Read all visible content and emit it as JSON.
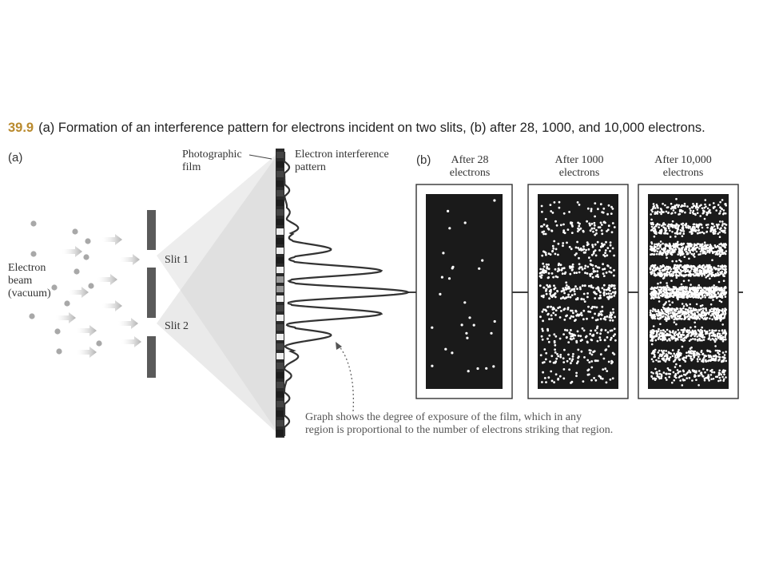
{
  "caption": {
    "figure_number": "39.9",
    "text": "(a) Formation of an interference pattern for electrons incident on two slits, (b) after 28, 1000, and 10,000 electrons."
  },
  "panel_a": {
    "label": "(a)",
    "beam_label": [
      "Electron",
      "beam",
      "(vacuum)"
    ],
    "slit1_label": "Slit 1",
    "slit2_label": "Slit 2",
    "film_label": [
      "Photographic",
      "film"
    ],
    "pattern_label": [
      "Electron interference",
      "pattern"
    ]
  },
  "panel_b": {
    "label": "(b)",
    "panels": [
      {
        "title": [
          "After 28",
          "electrons"
        ],
        "dots": 28
      },
      {
        "title": [
          "After 1000",
          "electrons"
        ],
        "dots": 1000
      },
      {
        "title": [
          "After 10,000",
          "electrons"
        ],
        "dots": 10000
      }
    ]
  },
  "note": [
    "Graph shows the degree of exposure of the film, which in any",
    "region is proportional to the number of electrons striking that region."
  ],
  "colors": {
    "figure_number": "#b98a2e",
    "screen_bg": "#1a1a1a",
    "slit": "#555555",
    "electron": "#a8a8a8"
  }
}
